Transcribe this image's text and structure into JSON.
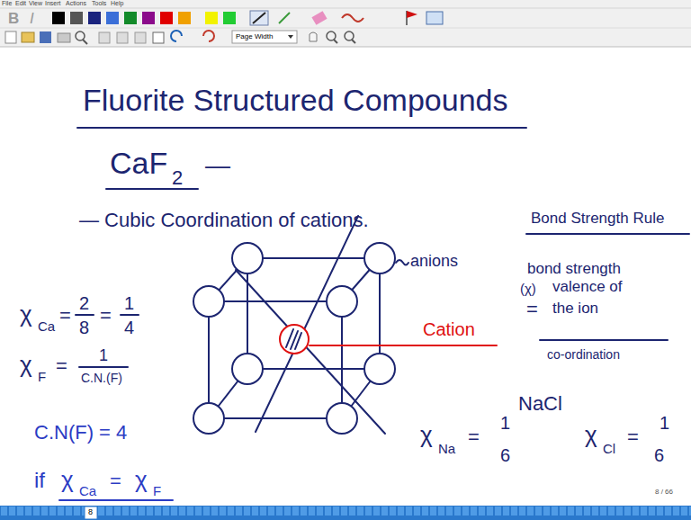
{
  "diagram": {
    "title": "Fluorite Structured Compounds",
    "labels": [
      "File",
      "Edit",
      "View",
      "Insert",
      "Actions",
      "Tools",
      "Help",
      "B",
      "I",
      "Page Width",
      "CaF",
      "2",
      "—",
      "— Cubic Coordination of cations.",
      "Bond Strength Rule",
      "anions",
      "Cation",
      "bond strength",
      "(χ)",
      "=",
      "valence of",
      "the ion",
      "co-ordination",
      "NaCl",
      "χ",
      "Na",
      "=",
      "1",
      "6",
      "χ",
      "Cl",
      "=",
      "1",
      "6",
      "χ",
      "Ca",
      "=",
      "2",
      "8",
      "=",
      "1",
      "4",
      "χ",
      "F",
      "=",
      "1",
      "C.N.(F)",
      "C.N(F) = 4",
      "if",
      "χ",
      "Ca",
      "=",
      "χ",
      "F",
      "8 / 66",
      "8"
    ]
  }
}
